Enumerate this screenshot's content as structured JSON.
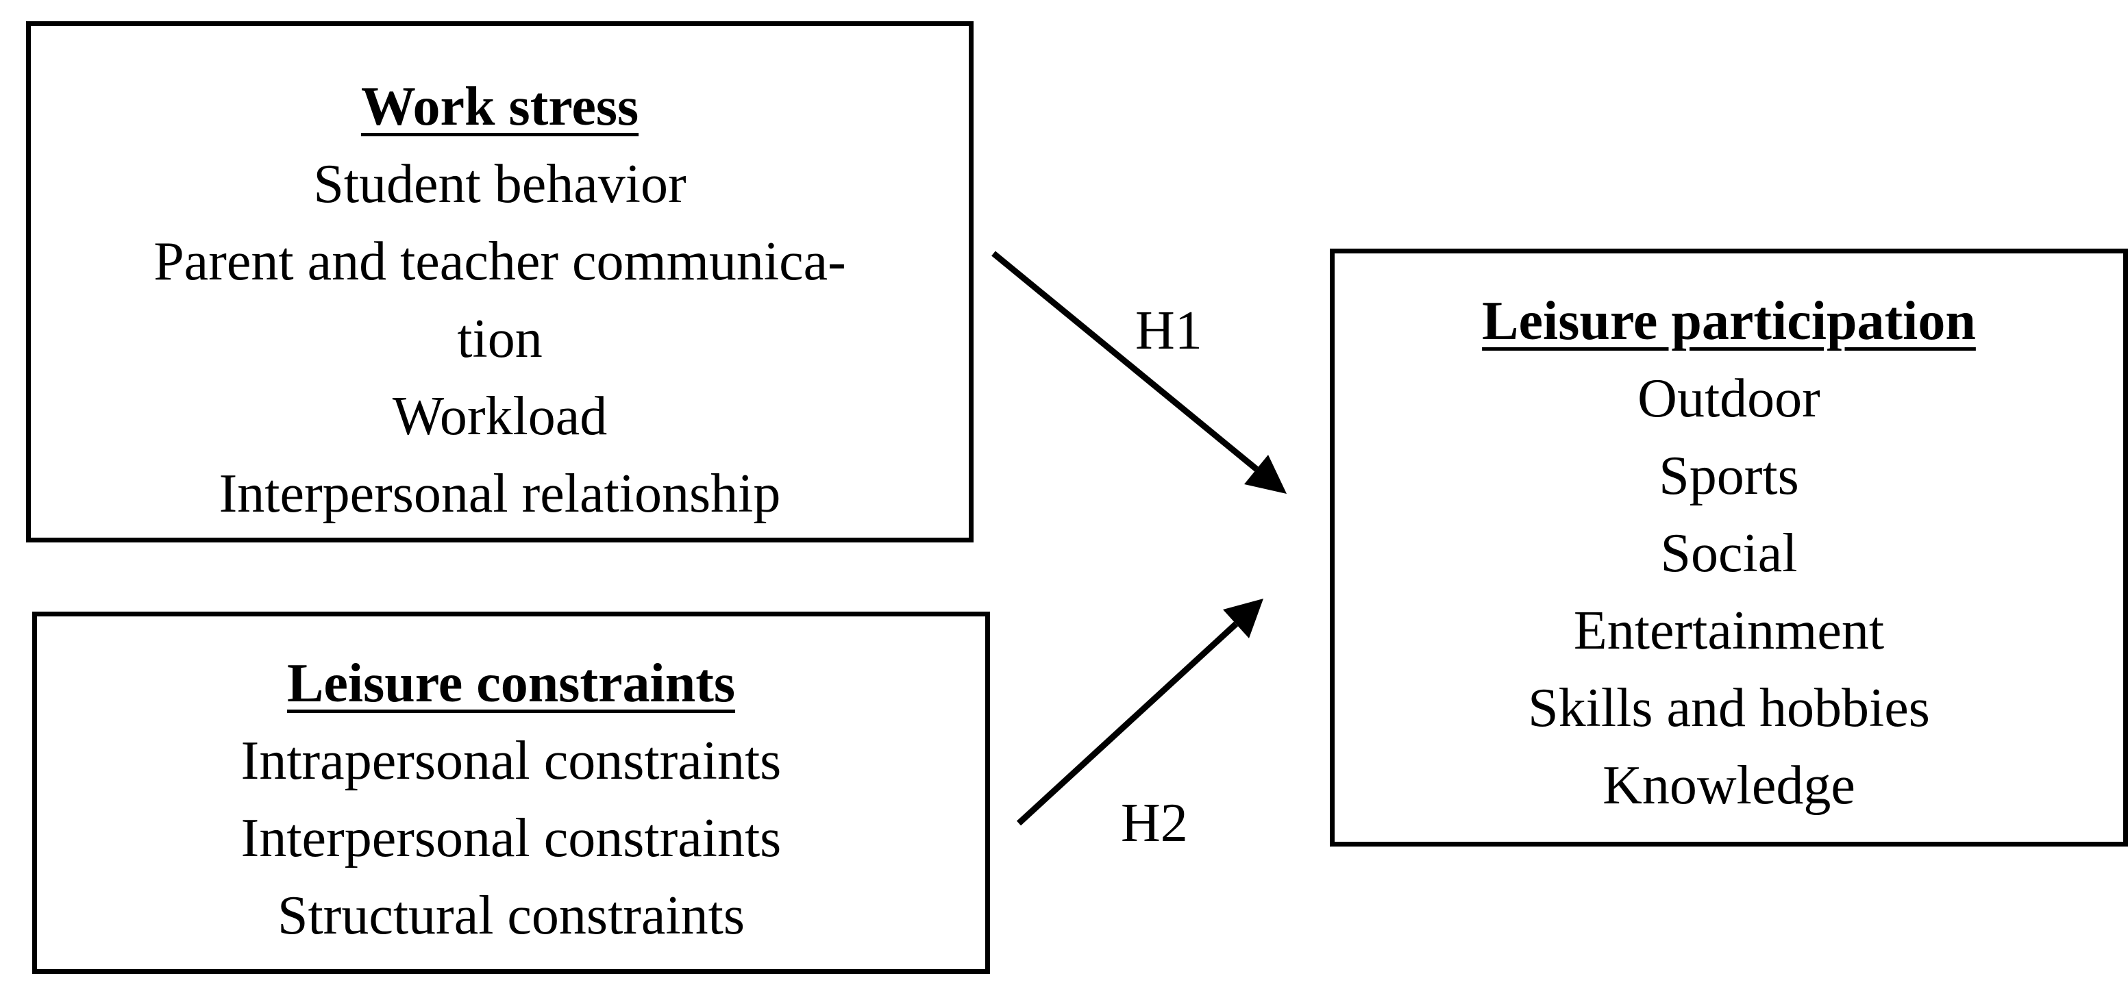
{
  "work_stress": {
    "title": "Work stress",
    "items": [
      "Student behavior",
      "Parent and teacher communica-",
      "tion",
      "Workload",
      "Interpersonal relationship"
    ]
  },
  "leisure_constraints": {
    "title": "Leisure constraints",
    "items": [
      "Intrapersonal constraints",
      "Interpersonal constraints",
      "Structural constraints"
    ]
  },
  "leisure_participation": {
    "title": "Leisure participation",
    "items": [
      "Outdoor",
      "Sports",
      "Social",
      "Entertainment",
      "Skills and hobbies",
      "Knowledge"
    ]
  },
  "hypotheses": {
    "h1": "H1",
    "h2": "H2"
  }
}
